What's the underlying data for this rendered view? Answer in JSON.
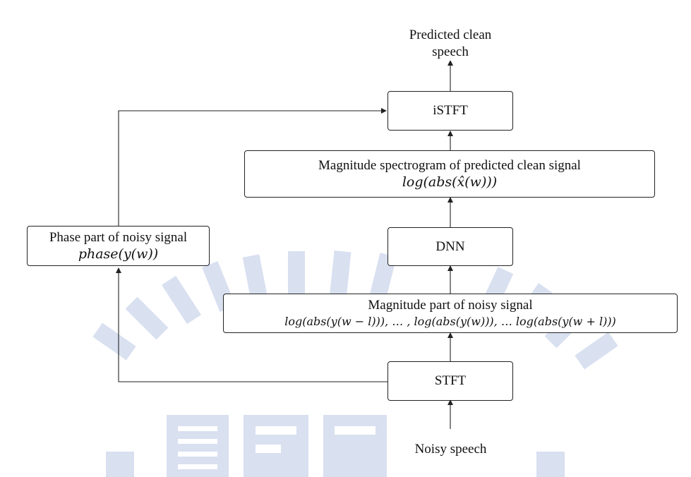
{
  "nodes": {
    "predicted_output": {
      "line1": "Predicted clean",
      "line2": "speech"
    },
    "istft": {
      "label": "iSTFT"
    },
    "magnitude_predicted": {
      "label": "Magnitude spectrogram of predicted clean signal",
      "formula": "log(abs(x̂(w)))"
    },
    "dnn": {
      "label": "DNN"
    },
    "phase_part": {
      "label": "Phase part of noisy signal",
      "formula": "phase(y(w))"
    },
    "magnitude_noisy": {
      "label": "Magnitude part of noisy signal",
      "formula": "log(abs(y(w − l))), … , log(abs(y(w))), … log(abs(y(w + l)))"
    },
    "stft": {
      "label": "STFT"
    },
    "noisy_input": {
      "label": "Noisy speech"
    }
  },
  "colors": {
    "line": "#222222",
    "box_border": "#222222",
    "watermark": "#d5dcee"
  }
}
